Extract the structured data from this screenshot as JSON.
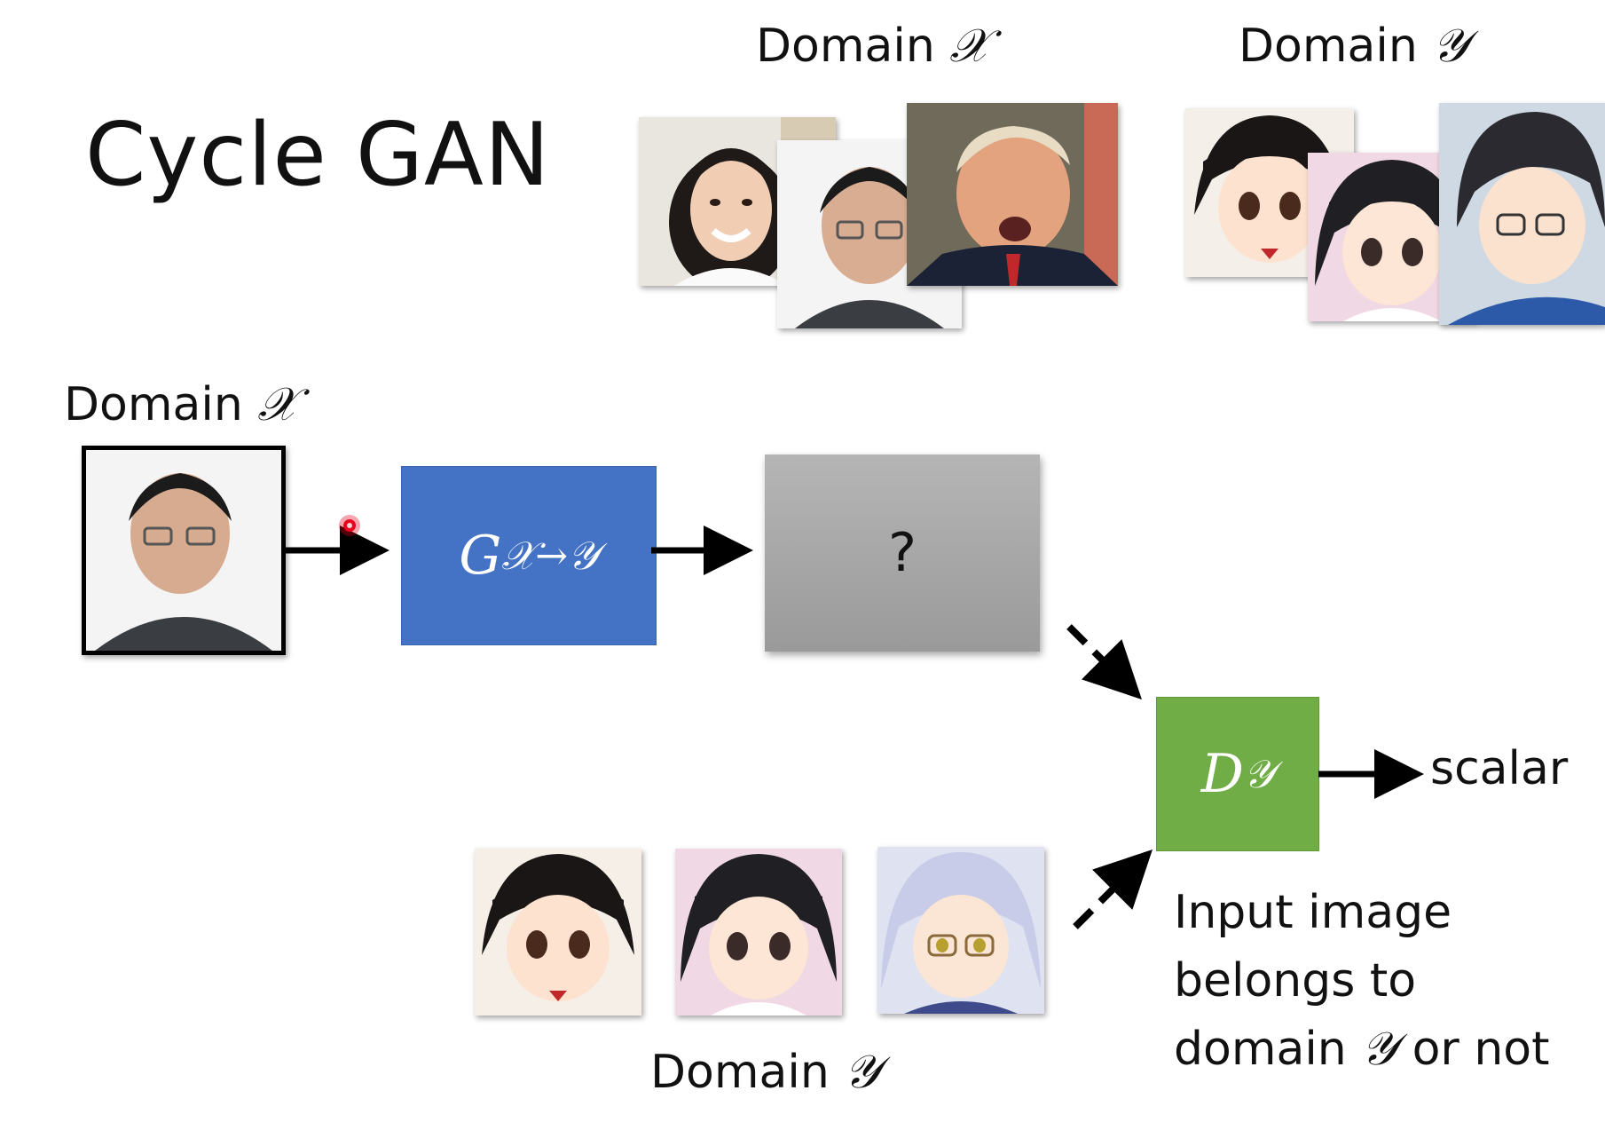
{
  "title": "Cycle GAN",
  "top_labels": {
    "domain_x_word": "Domain",
    "domain_x_symbol": "𝒳",
    "domain_y_word": "Domain",
    "domain_y_symbol": "𝒴"
  },
  "input": {
    "label_word": "Domain",
    "label_symbol": "𝒳"
  },
  "generator": {
    "base": "G",
    "subscript": "𝒳→𝒴"
  },
  "output_box": {
    "text": "?"
  },
  "discriminator": {
    "base": "D",
    "subscript": "𝒴",
    "output_label": "scalar",
    "caption_lines": [
      "Input image",
      "belongs to",
      "domain"
    ],
    "caption_symbol": "𝒴",
    "caption_end": "or not"
  },
  "bottom_label": {
    "word": "Domain",
    "symbol": "𝒴"
  },
  "icons": [
    "pointer-dot-icon"
  ],
  "colors": {
    "generator": "#4472c4",
    "discriminator": "#70ad47",
    "unknown_box": "#a6a6a6",
    "pointer": "#e8001c"
  }
}
